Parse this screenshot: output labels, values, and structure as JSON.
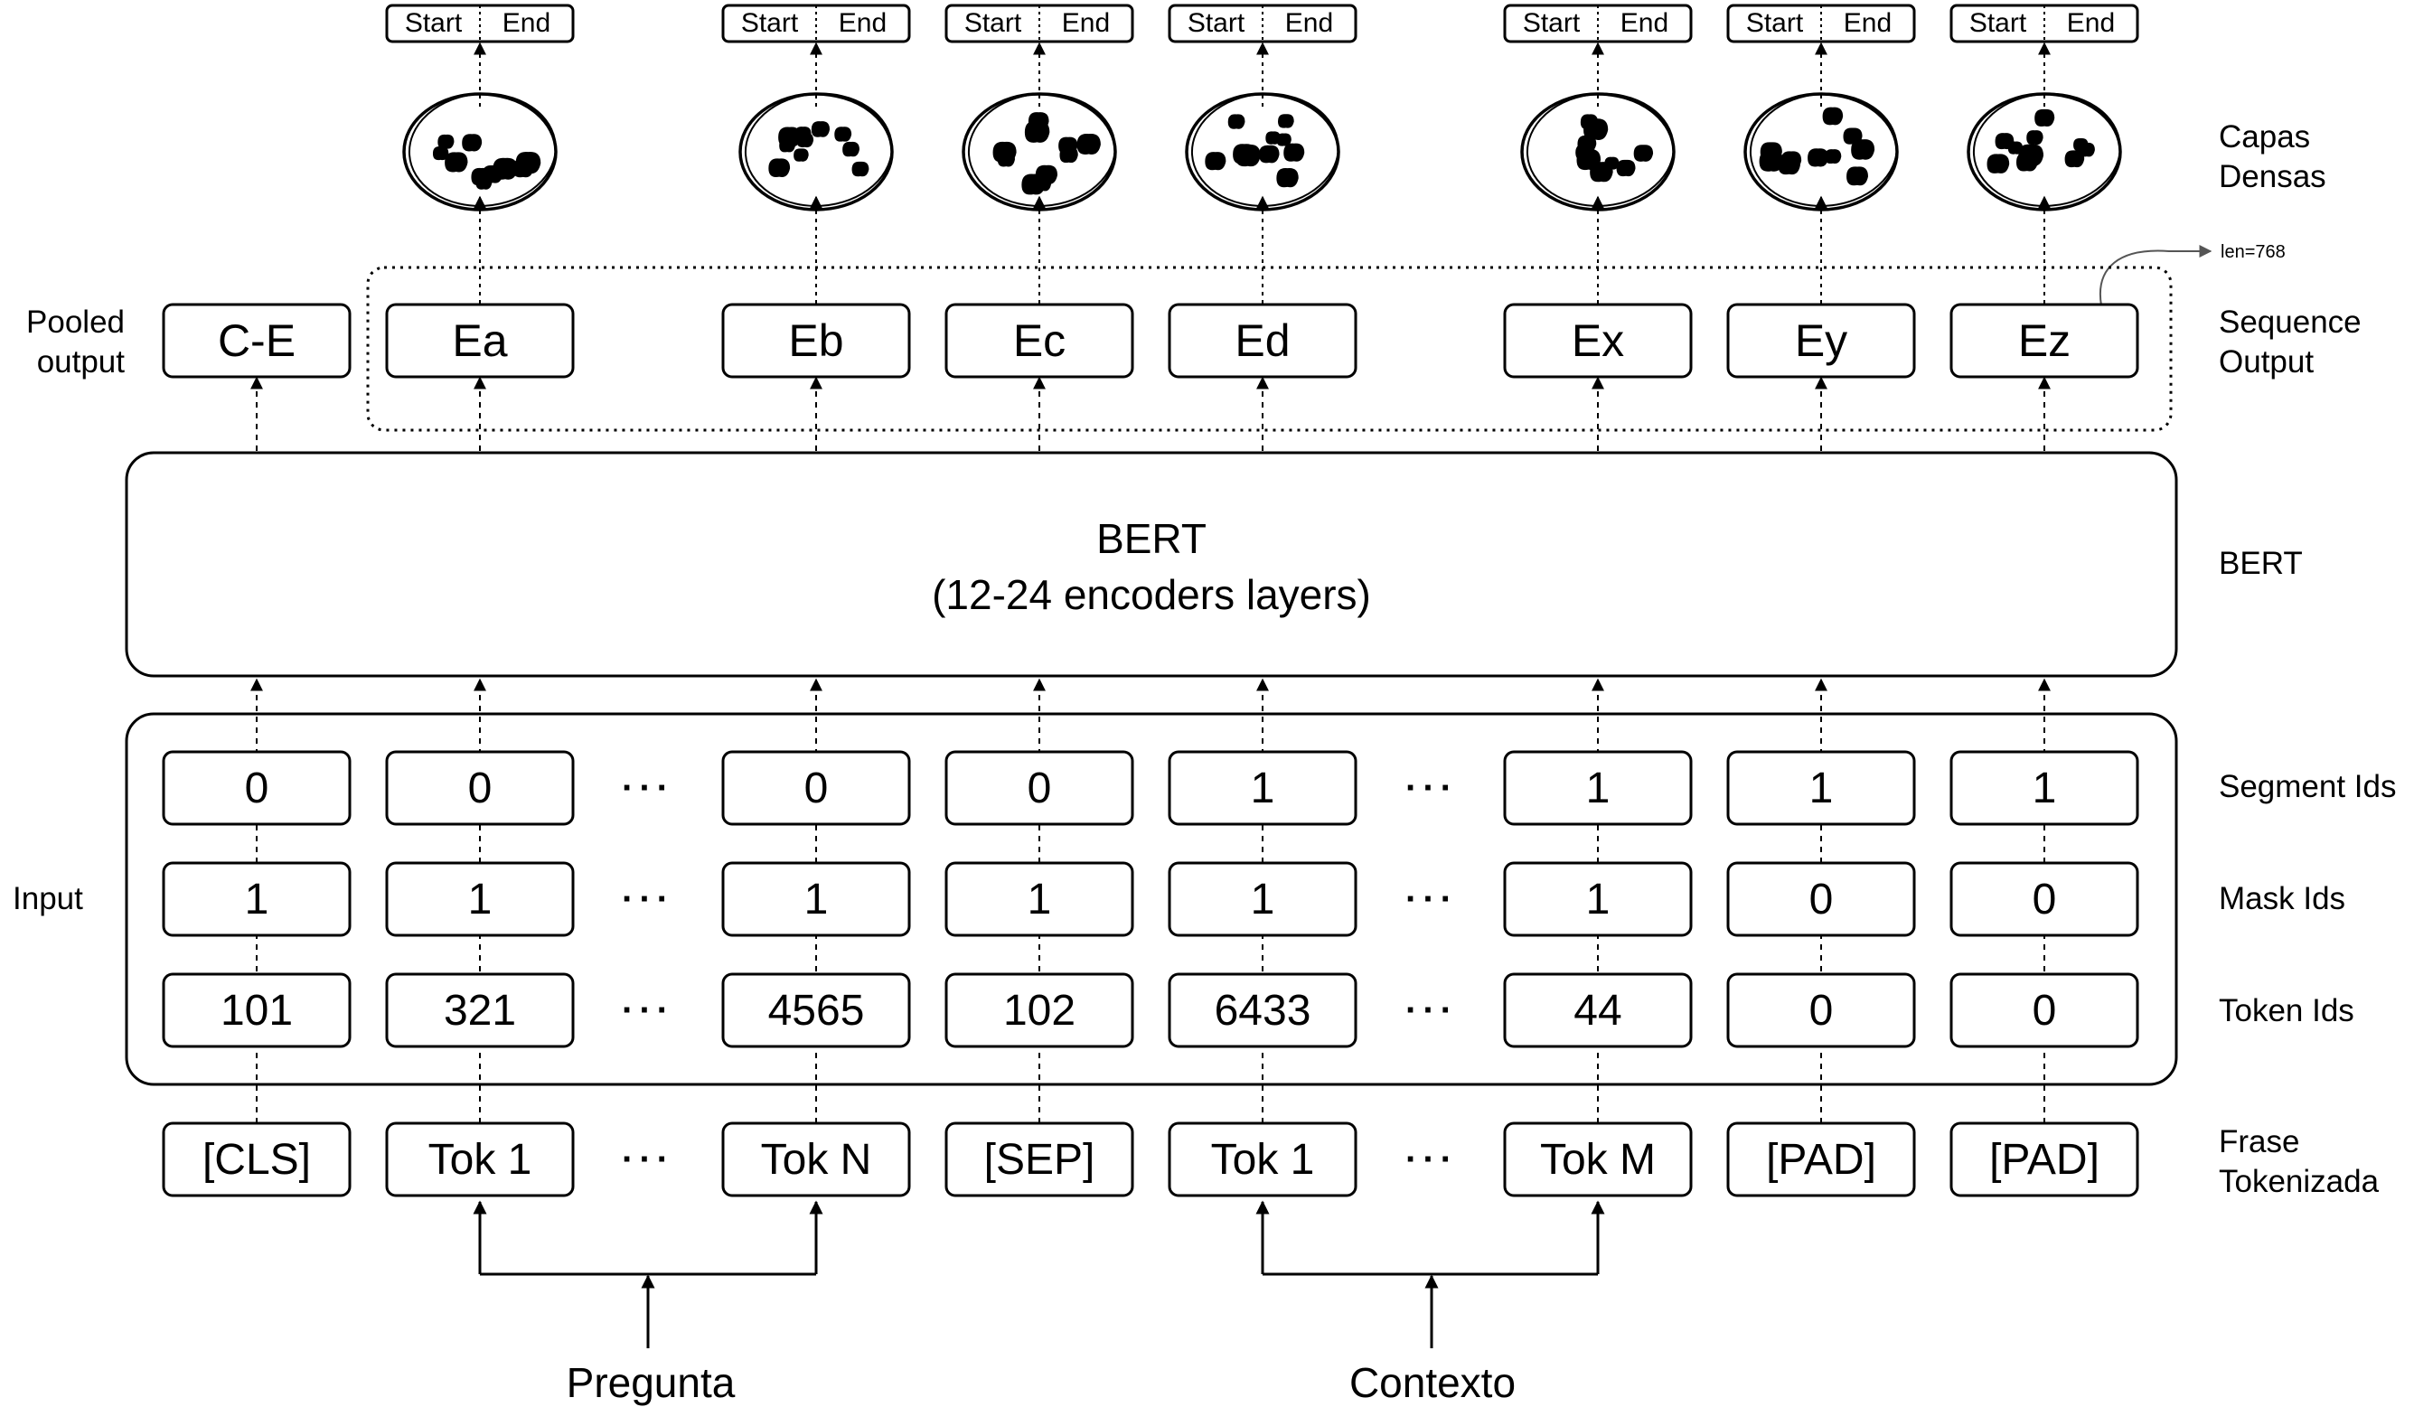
{
  "labels": {
    "capas_densas": "Capas\nDensas",
    "sequence_output": "Sequence\nOutput",
    "pooled_output": "Pooled\noutput",
    "bert_side": "BERT",
    "segment_ids": "Segment Ids",
    "mask_ids": "Mask Ids",
    "token_ids": "Token Ids",
    "input": "Input",
    "frase_tokenizada": "Frase\nTokenizada",
    "len": "len=768",
    "pregunta": "Pregunta",
    "contexto": "Contexto",
    "ellipsis": "···"
  },
  "bert": {
    "title": "BERT",
    "subtitle": "(12-24 encoders layers)"
  },
  "head": {
    "start": "Start",
    "end": "End"
  },
  "outputs": [
    "C-E",
    "Ea",
    "Eb",
    "Ec",
    "Ed",
    "Ex",
    "Ey",
    "Ez"
  ],
  "segment_ids": [
    "0",
    "0",
    "0",
    "0",
    "1",
    "1",
    "1",
    "1"
  ],
  "mask_ids": [
    "1",
    "1",
    "1",
    "1",
    "1",
    "1",
    "0",
    "0"
  ],
  "token_ids": [
    "101",
    "321",
    "4565",
    "102",
    "6433",
    "44",
    "0",
    "0"
  ],
  "tokens": [
    "[CLS]",
    "Tok 1",
    "Tok N",
    "[SEP]",
    "Tok 1",
    "Tok M",
    "[PAD]",
    "[PAD]"
  ]
}
